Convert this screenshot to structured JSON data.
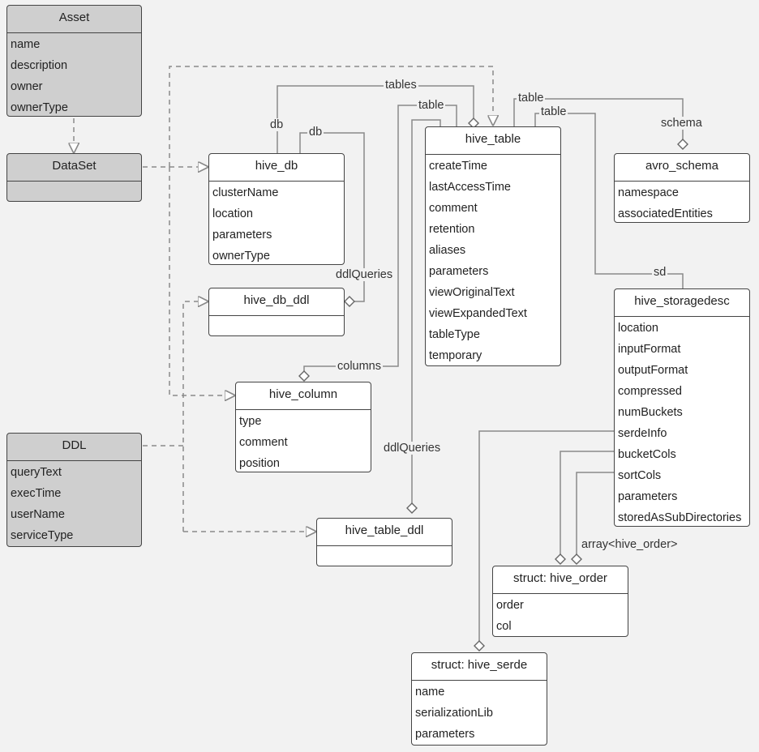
{
  "entities": {
    "asset": {
      "title": "Asset",
      "fields": [
        "name",
        "description",
        "owner",
        "ownerType"
      ]
    },
    "dataset": {
      "title": "DataSet",
      "fields": []
    },
    "ddl": {
      "title": "DDL",
      "fields": [
        "queryText",
        "execTime",
        "userName",
        "serviceType"
      ]
    },
    "hive_db": {
      "title": "hive_db",
      "fields": [
        "clusterName",
        "location",
        "parameters",
        "ownerType"
      ]
    },
    "hive_db_ddl": {
      "title": "hive_db_ddl",
      "fields": []
    },
    "hive_column": {
      "title": "hive_column",
      "fields": [
        "type",
        "comment",
        "position"
      ]
    },
    "hive_table_ddl": {
      "title": "hive_table_ddl",
      "fields": []
    },
    "hive_table": {
      "title": "hive_table",
      "fields": [
        "createTime",
        "lastAccessTime",
        "comment",
        "retention",
        "aliases",
        "parameters",
        "viewOriginalText",
        "viewExpandedText",
        "tableType",
        "temporary"
      ]
    },
    "avro_schema": {
      "title": "avro_schema",
      "fields": [
        "namespace",
        "associatedEntities"
      ]
    },
    "hive_storagedesc": {
      "title": "hive_storagedesc",
      "fields": [
        "location",
        "inputFormat",
        "outputFormat",
        "compressed",
        "numBuckets",
        "serdeInfo",
        "bucketCols",
        "sortCols",
        "parameters",
        "storedAsSubDirectories"
      ]
    },
    "hive_order": {
      "title": "struct: hive_order",
      "fields": [
        "order",
        "col"
      ]
    },
    "hive_serde": {
      "title": "struct: hive_serde",
      "fields": [
        "name",
        "serializationLib",
        "parameters"
      ]
    }
  },
  "labels": {
    "tables": "tables",
    "db_1": "db",
    "db_2": "db",
    "table_1": "table",
    "table_2": "table",
    "table_3": "table",
    "schema": "schema",
    "sd": "sd",
    "ddlQueries_db": "ddlQueries",
    "ddlQueries_table": "ddlQueries",
    "columns": "columns",
    "array_hive_order": "array<hive_order>"
  }
}
